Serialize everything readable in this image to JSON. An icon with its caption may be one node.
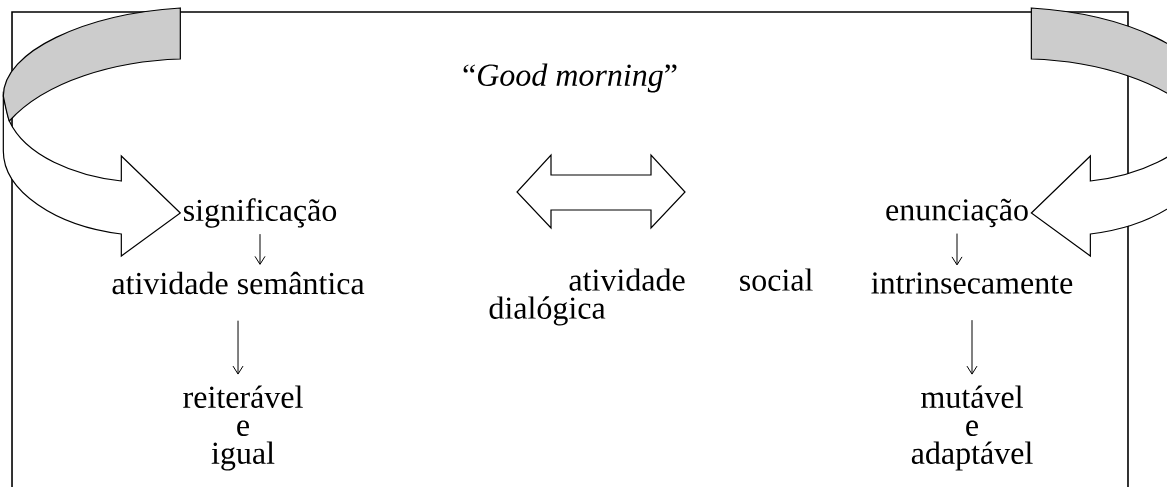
{
  "diagram": {
    "nodes": [
      {
        "text": [
          "significação"
        ]
      },
      {
        "text": [
          "atividade semântica"
        ]
      },
      {
        "text": [
          "reiterável e igual"
        ]
      },
      {
        "text": [
          "enunciação"
        ]
      },
      {
        "text": [
          "intrinsecamente"
        ]
      },
      {
        "text": [
          "mutável e adaptável"
        ]
      }
    ],
    "edges": [
      {
        "from": null,
        "to": 0,
        "arrow": "to"
      },
      {
        "from": null,
        "to": 3,
        "arrow": "to"
      },
      {
        "from": 0,
        "to": 1,
        "arrow": "to"
      },
      {
        "from": 1,
        "to": 2,
        "arrow": "to"
      },
      {
        "from": 3,
        "to": 4,
        "arrow": "to"
      },
      {
        "from": 4,
        "to": 5,
        "arrow": "to"
      }
    ],
    "labels": [
      "“*Good morning*”",
      "atividade social dialógica"
    ]
  }
}
